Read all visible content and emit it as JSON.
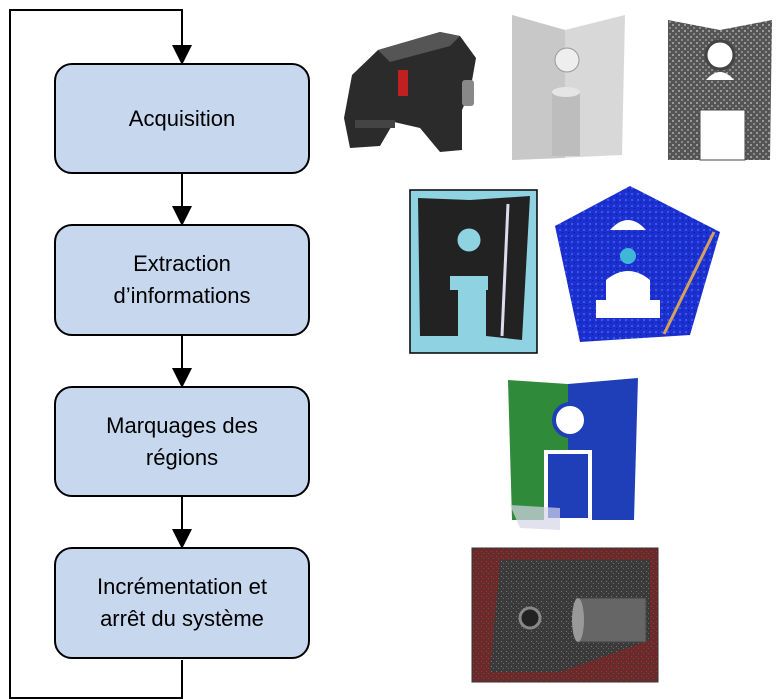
{
  "steps": [
    {
      "label": "Acquisition"
    },
    {
      "label": "Extraction\nd’informations"
    },
    {
      "label": "Marquages des\nrégions"
    },
    {
      "label": "Incrémentation et\narrêt du système"
    }
  ],
  "images": [
    {
      "name": "handheld-scanner-photo"
    },
    {
      "name": "test-part-photo"
    },
    {
      "name": "raw-point-cloud"
    },
    {
      "name": "extracted-depth-map"
    },
    {
      "name": "extracted-features-cloud"
    },
    {
      "name": "marked-regions-cloud"
    },
    {
      "name": "incremented-scan-result"
    }
  ],
  "colors": {
    "box_fill": "#c6d7ee",
    "line": "#000000",
    "region_green": "#2f8a3a",
    "region_blue": "#1f3fb8",
    "features_blue": "#1e2fd0",
    "depth_cyan": "#8fd3e3"
  }
}
